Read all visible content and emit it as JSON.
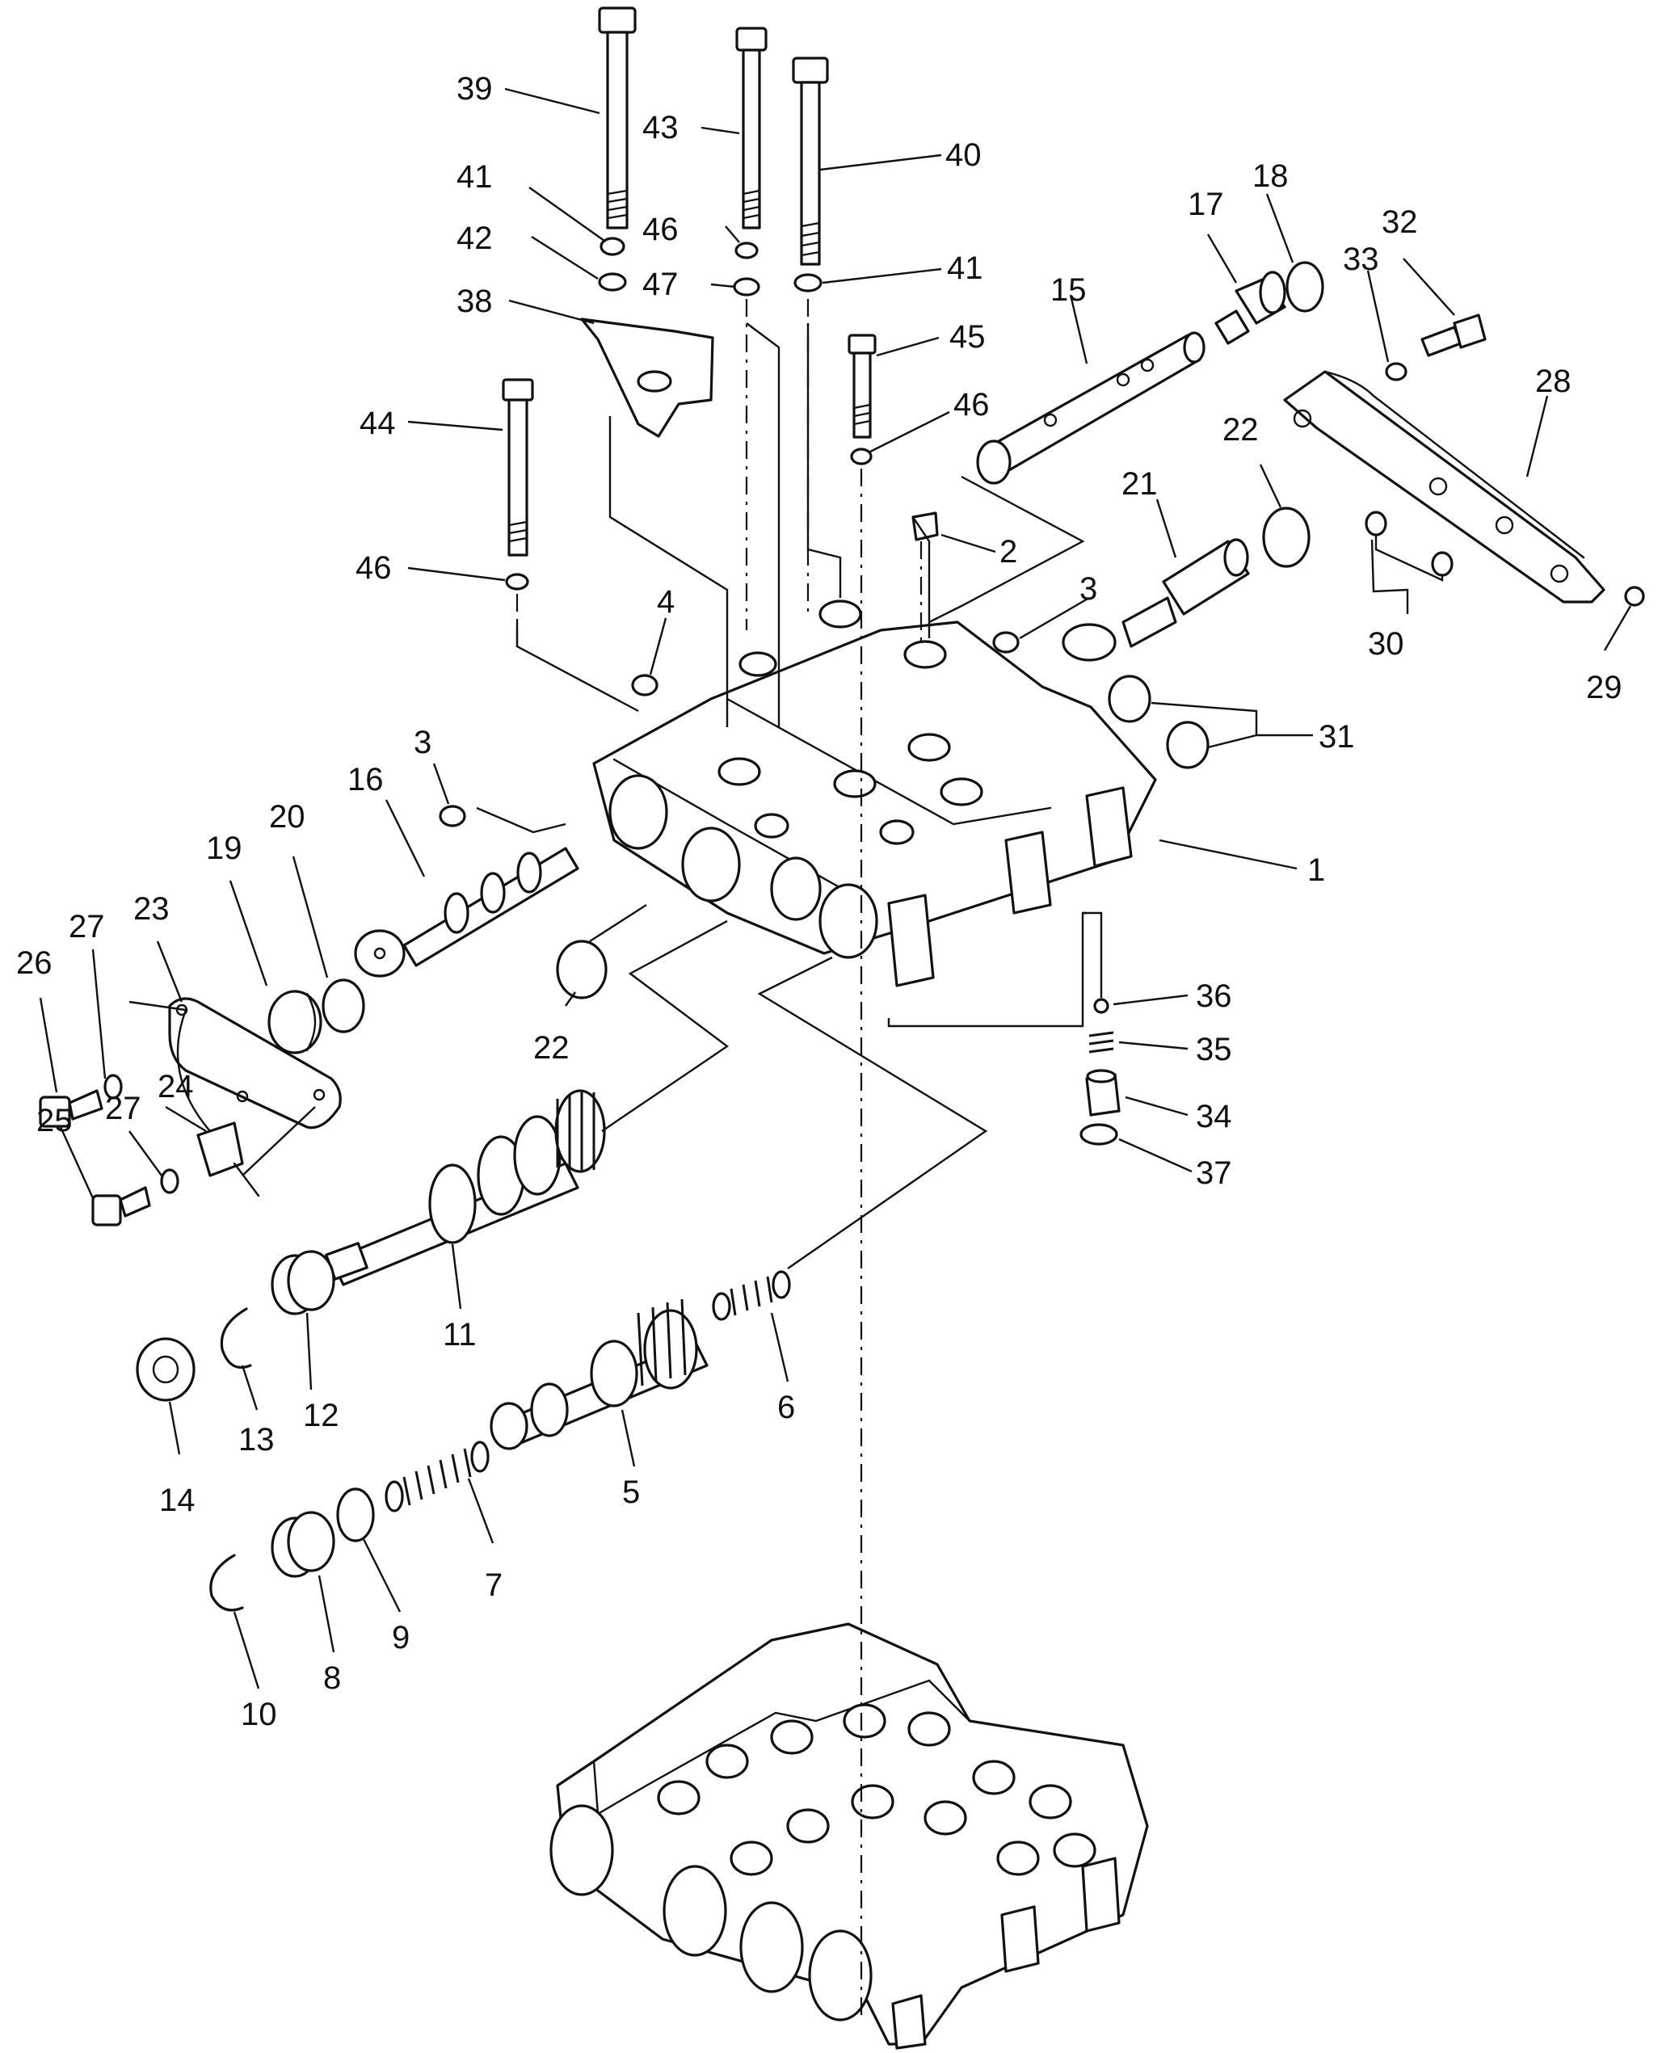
{
  "diagram": {
    "callouts": [
      "39",
      "43",
      "40",
      "41",
      "46",
      "42",
      "47",
      "41",
      "38",
      "18",
      "17",
      "32",
      "33",
      "15",
      "45",
      "28",
      "46",
      "44",
      "22",
      "21",
      "2",
      "3",
      "46",
      "4",
      "30",
      "29",
      "31",
      "3",
      "16",
      "20",
      "1",
      "19",
      "23",
      "27",
      "22",
      "36",
      "26",
      "35",
      "24",
      "27",
      "34",
      "25",
      "37",
      "11",
      "12",
      "6",
      "13",
      "14",
      "5",
      "7",
      "9",
      "8",
      "10"
    ]
  }
}
